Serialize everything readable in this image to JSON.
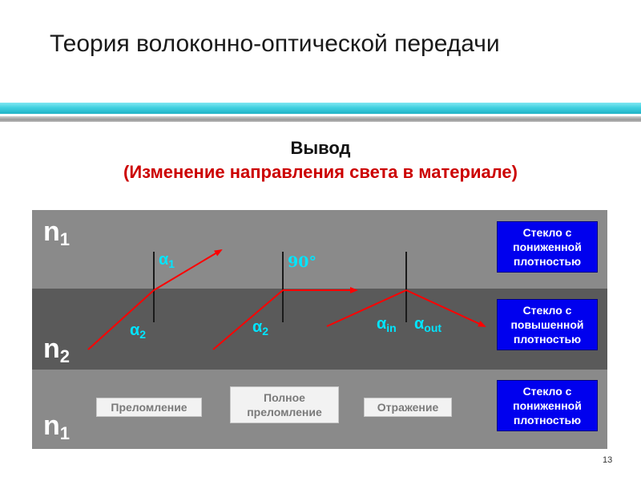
{
  "slide": {
    "title": "Теория волоконно-оптической передачи",
    "heading": "Вывод",
    "subheading": "(Изменение направления света в материале)",
    "page_number": "13"
  },
  "layers": {
    "top_label": {
      "base": "n",
      "sub": "1"
    },
    "middle_label": {
      "base": "n",
      "sub": "2"
    },
    "bottom_label": {
      "base": "n",
      "sub": "1"
    },
    "top_box": "Стекло с\nпониженной\nплотностью",
    "middle_box": "Стекло с\nповышенной\nплотностью",
    "bottom_box": "Стекло с\nпониженной\nплотностью",
    "top_color": "#8a8a8a",
    "middle_color": "#5a5a5a",
    "bottom_color": "#8a8a8a",
    "box_color": "#0000ee"
  },
  "cases": {
    "refraction": {
      "label": "Преломление",
      "angle_top": {
        "base": "α",
        "sub": "1"
      },
      "angle_bottom": {
        "base": "α",
        "sub": "2"
      }
    },
    "total": {
      "label": "Полное\nпреломление",
      "angle_top": "90°",
      "angle_bottom": {
        "base": "α",
        "sub": "2"
      }
    },
    "reflection": {
      "label": "Отражение",
      "angle_in": {
        "base": "α",
        "sub": "in"
      },
      "angle_out": {
        "base": "α",
        "sub": "out"
      }
    }
  },
  "colors": {
    "ray": "#ff0000",
    "angle_text": "#00e5ff",
    "normal_line": "#1a1a1a"
  }
}
